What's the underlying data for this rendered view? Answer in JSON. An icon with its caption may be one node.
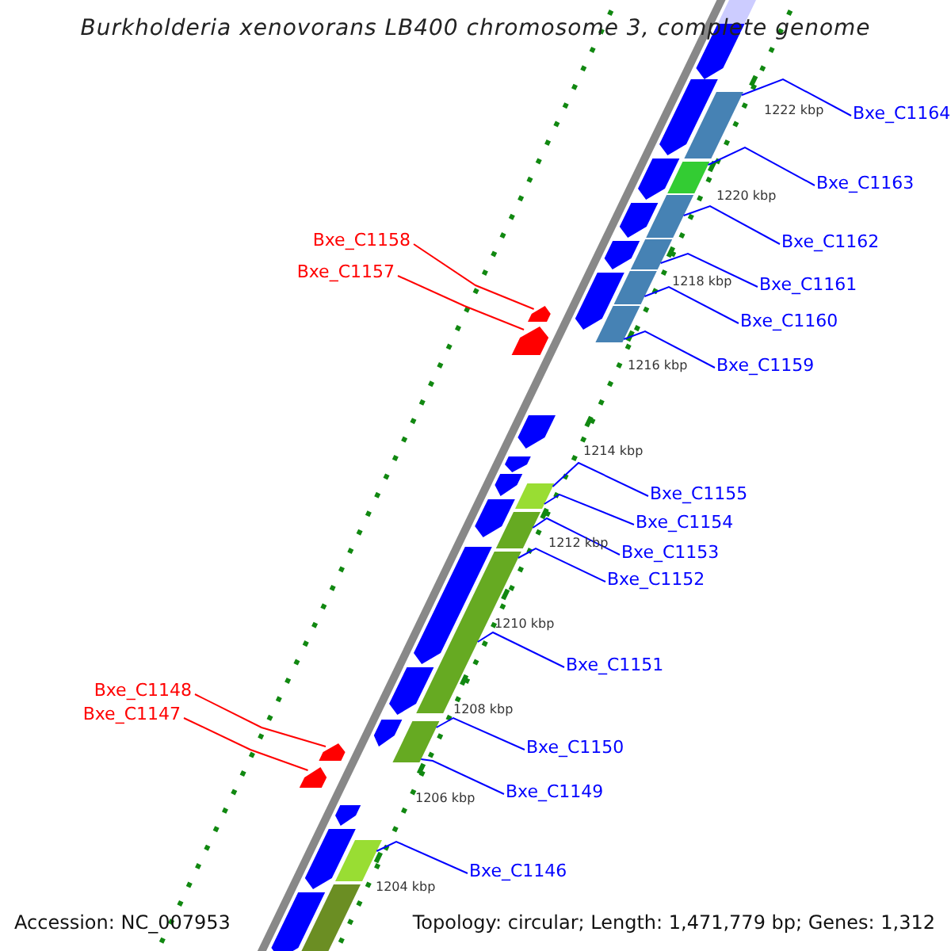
{
  "diagram": {
    "title": "Burkholderia xenovorans LB400 chromosome 3, complete genome",
    "nodes": [
      {
        "text": [
          "Bxe_C1164"
        ]
      },
      {
        "text": [
          "Bxe_C1163"
        ]
      },
      {
        "text": [
          "Bxe_C1158"
        ]
      },
      {
        "text": [
          "Bxe_C1162"
        ]
      },
      {
        "text": [
          "Bxe_C1157"
        ]
      },
      {
        "text": [
          "Bxe_C1161"
        ]
      },
      {
        "text": [
          "Bxe_C1160"
        ]
      },
      {
        "text": [
          "Bxe_C1159"
        ]
      },
      {
        "text": [
          "Bxe_C1155"
        ]
      },
      {
        "text": [
          "Bxe_C1154"
        ]
      },
      {
        "text": [
          "Bxe_C1153"
        ]
      },
      {
        "text": [
          "Bxe_C1152"
        ]
      },
      {
        "text": [
          "Bxe_C1151"
        ]
      },
      {
        "text": [
          "Bxe_C1148"
        ]
      },
      {
        "text": [
          "Bxe_C1147"
        ]
      },
      {
        "text": [
          "Bxe_C1150"
        ]
      },
      {
        "text": [
          "Bxe_C1149"
        ]
      },
      {
        "text": [
          "Bxe_C1146"
        ]
      },
      {
        "text": [],
        "shape": "bar"
      },
      {
        "text": [],
        "shape": "pentagon"
      },
      {
        "text": [],
        "shape": "pentagon"
      },
      {
        "text": [],
        "shape": "bar"
      },
      {
        "text": [],
        "shape": "pentagon"
      },
      {
        "text": [],
        "shape": "bar"
      },
      {
        "text": [],
        "shape": "bar"
      },
      {
        "text": [],
        "shape": "pentagon"
      },
      {
        "text": [],
        "shape": "bar"
      },
      {
        "text": [],
        "shape": "pentagon"
      },
      {
        "text": [],
        "shape": "bar"
      },
      {
        "text": [],
        "shape": "pentagon"
      },
      {
        "text": [],
        "shape": "bar"
      },
      {
        "text": [],
        "shape": "pentagon"
      },
      {
        "text": [],
        "shape": "pentagon"
      },
      {
        "text": [],
        "shape": "pentagon"
      },
      {
        "text": [],
        "shape": "pentagon"
      },
      {
        "text": [],
        "shape": "pentagon"
      },
      {
        "text": [],
        "shape": "bar"
      },
      {
        "text": [],
        "shape": "pentagon"
      },
      {
        "text": [],
        "shape": "bar"
      },
      {
        "text": [],
        "shape": "pentagon"
      },
      {
        "text": [],
        "shape": "bar"
      },
      {
        "text": [],
        "shape": "pentagon"
      },
      {
        "text": [],
        "shape": "pentagon"
      },
      {
        "text": [],
        "shape": "bar"
      },
      {
        "text": [],
        "shape": "pentagon"
      },
      {
        "text": [],
        "shape": "pentagon"
      },
      {
        "text": [],
        "shape": "pentagon"
      },
      {
        "text": [],
        "shape": "pentagon"
      },
      {
        "text": [],
        "shape": "bar"
      },
      {
        "text": [],
        "shape": "bar"
      },
      {
        "text": [],
        "shape": "pentagon"
      }
    ],
    "edges": [
      {
        "from": 0,
        "to": 21,
        "arrow": "none"
      },
      {
        "from": 1,
        "to": 23,
        "arrow": "none"
      },
      {
        "from": 2,
        "to": 31,
        "arrow": "none",
        "color": "#ff0000"
      },
      {
        "from": 3,
        "to": 24,
        "arrow": "none"
      },
      {
        "from": 4,
        "to": 32,
        "arrow": "none",
        "color": "#ff0000"
      },
      {
        "from": 5,
        "to": 26,
        "arrow": "none"
      },
      {
        "from": 6,
        "to": 28,
        "arrow": "none"
      },
      {
        "from": 7,
        "to": 30,
        "arrow": "none"
      },
      {
        "from": 8,
        "to": 36,
        "arrow": "none"
      },
      {
        "from": 9,
        "to": 36,
        "arrow": "none"
      },
      {
        "from": 10,
        "to": 38,
        "arrow": "none"
      },
      {
        "from": 11,
        "to": 40,
        "arrow": "none"
      },
      {
        "from": 12,
        "to": 40,
        "arrow": "none"
      },
      {
        "from": 13,
        "to": 44,
        "arrow": "none",
        "color": "#ff0000"
      },
      {
        "from": 14,
        "to": 45,
        "arrow": "none",
        "color": "#ff0000"
      },
      {
        "from": 15,
        "to": 43,
        "arrow": "none"
      },
      {
        "from": 16,
        "to": 43,
        "arrow": "none"
      },
      {
        "from": 17,
        "to": 48,
        "arrow": "none"
      }
    ],
    "labels": [
      "1222 kbp",
      "1220 kbp",
      "1218 kbp",
      "1216 kbp",
      "1214 kbp",
      "1212 kbp",
      "1210 kbp",
      "1208 kbp",
      "1206 kbp",
      "1204 kbp",
      "Accession: NC_007953",
      "Topology: circular; Length: 1,471,779 bp; Genes: 1,312"
    ]
  }
}
